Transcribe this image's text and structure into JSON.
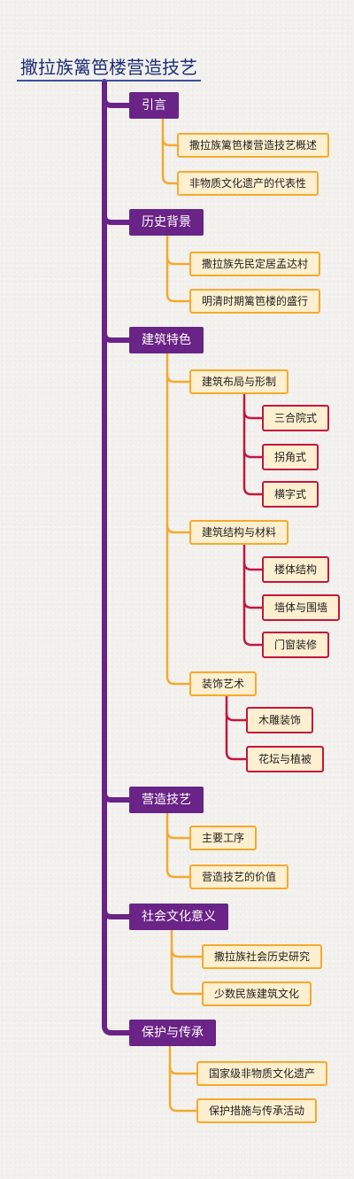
{
  "mindmap": {
    "title": "撒拉族篱笆楼营造技艺",
    "colors": {
      "root_line": "#3d4ea0",
      "level1": "#6a2386",
      "level2": "#f6a92d",
      "level3": "#c4163d",
      "node_fill": "#fdefcf"
    },
    "branches": [
      {
        "label": "引言",
        "children": [
          {
            "label": "撒拉族篱笆楼营造技艺概述"
          },
          {
            "label": "非物质文化遗产的代表性"
          }
        ]
      },
      {
        "label": "历史背景",
        "children": [
          {
            "label": "撒拉族先民定居孟达村"
          },
          {
            "label": "明清时期篱笆楼的盛行"
          }
        ]
      },
      {
        "label": "建筑特色",
        "children": [
          {
            "label": "建筑布局与形制",
            "children": [
              {
                "label": "三合院式"
              },
              {
                "label": "拐角式"
              },
              {
                "label": "横字式"
              }
            ]
          },
          {
            "label": "建筑结构与材料",
            "children": [
              {
                "label": "楼体结构"
              },
              {
                "label": "墙体与围墙"
              },
              {
                "label": "门窗装修"
              }
            ]
          },
          {
            "label": "装饰艺术",
            "children": [
              {
                "label": "木雕装饰"
              },
              {
                "label": "花坛与植被"
              }
            ]
          }
        ]
      },
      {
        "label": "营造技艺",
        "children": [
          {
            "label": "主要工序"
          },
          {
            "label": "营造技艺的价值"
          }
        ]
      },
      {
        "label": "社会文化意义",
        "children": [
          {
            "label": "撒拉族社会历史研究"
          },
          {
            "label": "少数民族建筑文化"
          }
        ]
      },
      {
        "label": "保护与传承",
        "children": [
          {
            "label": "国家级非物质文化遗产"
          },
          {
            "label": "保护措施与传承活动"
          }
        ]
      }
    ]
  }
}
